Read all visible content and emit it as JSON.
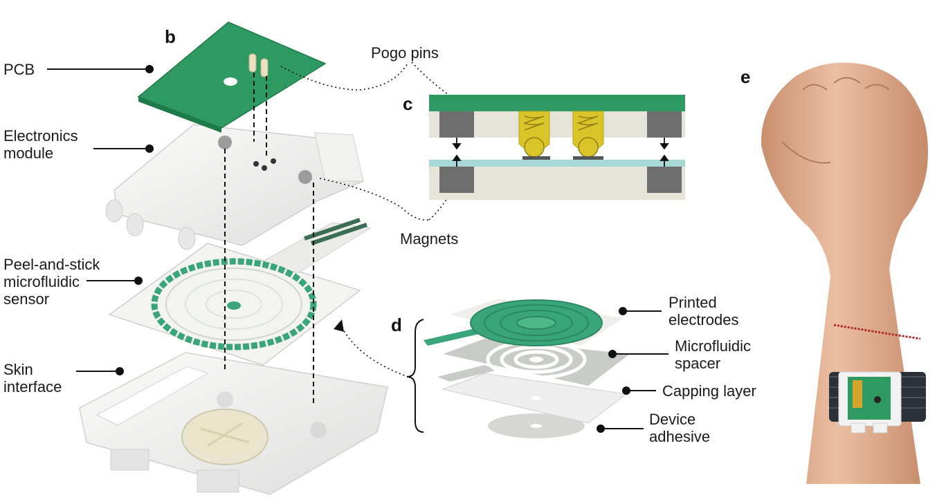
{
  "panels": {
    "b": "b",
    "c": "c",
    "d": "d",
    "e": "e"
  },
  "labels": {
    "pcb": "PCB",
    "electronics_module": "Electronics\nmodule",
    "peel_and_stick_sensor": "Peel-and-stick\nmicrofluidic\nsensor",
    "skin_interface": "Skin\ninterface",
    "pogo_pins": "Pogo pins",
    "magnets": "Magnets",
    "printed_electrodes": "Printed\nelectrodes",
    "microfluidic_spacer": "Microfluidic\nspacer",
    "capping_layer": "Capping layer",
    "device_adhesive": "Device\nadhesive"
  },
  "colors": {
    "pcb_green": "#2e9a62",
    "electrode_green": "#3aa57a",
    "pogo_yellow": "#d9c42a",
    "magnet_gray": "#6e6e6e",
    "housing_white": "#eeeeec",
    "layer_cyan": "#a8d8d6",
    "base_beige": "#e6e4d8",
    "cap_cream": "#e8dfc8",
    "skin": "#e0b092"
  }
}
